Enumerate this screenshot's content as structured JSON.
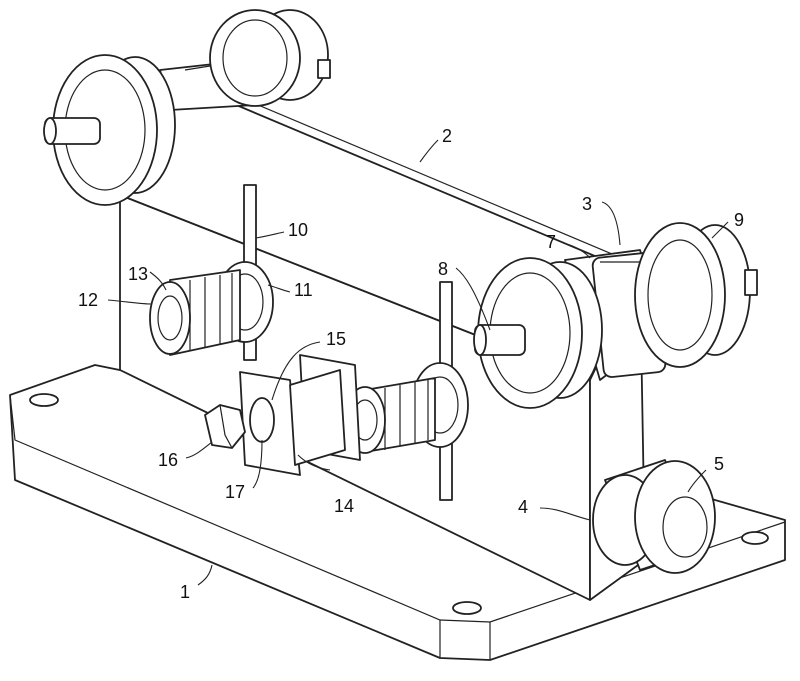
{
  "labels": {
    "l1": "1",
    "l2": "2",
    "l3": "3",
    "l4": "4",
    "l5": "5",
    "l7": "7",
    "l8": "8",
    "l9": "9",
    "l10": "10",
    "l11": "11",
    "l12": "12",
    "l13": "13",
    "l14": "14",
    "l15": "15",
    "l16": "16",
    "l17": "17"
  }
}
